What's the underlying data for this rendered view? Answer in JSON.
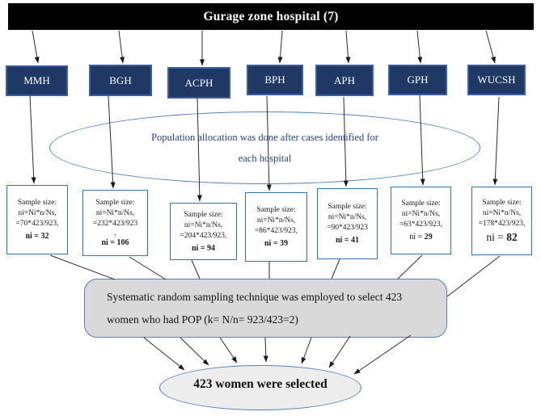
{
  "banner": {
    "title": "Gurage zone hospital (7)"
  },
  "hospitals": [
    {
      "label": "MMH"
    },
    {
      "label": "BGH"
    },
    {
      "label": "ACPH"
    },
    {
      "label": "BPH"
    },
    {
      "label": "APH"
    },
    {
      "label": "GPH"
    },
    {
      "label": "WUCSH"
    }
  ],
  "allocation_ellipse": {
    "line1": "Population allocation was done after cases identified for",
    "line2": "each hospital"
  },
  "sample_boxes": [
    {
      "hospital": "MMH",
      "l1": "Sample size:",
      "l2": "ni=Ni*n/Ns,",
      "l3": "=70*423/923,",
      "result_prefix": "",
      "result_bold": "ni = 32"
    },
    {
      "hospital": "BGH",
      "l1": "Sample size:",
      "l2": "ni=Ni*n/Ns,",
      "l3": "=232*423/923",
      "l4": ",",
      "result_prefix": "",
      "result_bold": "ni = 106"
    },
    {
      "hospital": "ACPH",
      "l1": "Sample size:",
      "l2": "ni=Ni*n/Ns,",
      "l3": "=204*423/923,",
      "result_prefix": "",
      "result_bold": "ni = 94"
    },
    {
      "hospital": "BPH",
      "l1": "Sample size:",
      "l2": "ni=Ni*n/Ns,",
      "l3": "=86*423/923,",
      "result_prefix": "",
      "result_bold": "ni = 39"
    },
    {
      "hospital": "APH",
      "l1": "Sample size:",
      "l2": "ni=Ni*n/Ns,",
      "l3": "=90*423/923",
      "result_prefix": "",
      "result_bold": "ni = 41"
    },
    {
      "hospital": "GPH",
      "l1": "Sample size:",
      "l2": "ni=Ni*n/Ns,",
      "l3": "=63*423/923,",
      "result_prefix": "ni = ",
      "result_bold": "29"
    },
    {
      "hospital": "WUCSH",
      "l1": "Sample size:",
      "l2": "ni=Ni*n/Ns,",
      "l3": "=178*423/923,",
      "result_prefix": "ni = ",
      "result_bold": "82"
    }
  ],
  "sampling_box": {
    "line1": "Systematic random sampling technique was employed to select 423",
    "line2": "women who had POP (k= N/n= 923/423=2)"
  },
  "final_ellipse": {
    "label": "423 women were selected"
  },
  "colors": {
    "banner_bg": "#000000",
    "hospital_fill": "#1f3864",
    "hospital_border": "#3b5ea8",
    "sample_border": "#2e75b6",
    "blue_outline": "#4f81bd",
    "allocation_text": "#23408e",
    "sampling_fill": "#d9d9d9",
    "final_fill": "#ededed",
    "arrow": "#2b2b2b"
  }
}
